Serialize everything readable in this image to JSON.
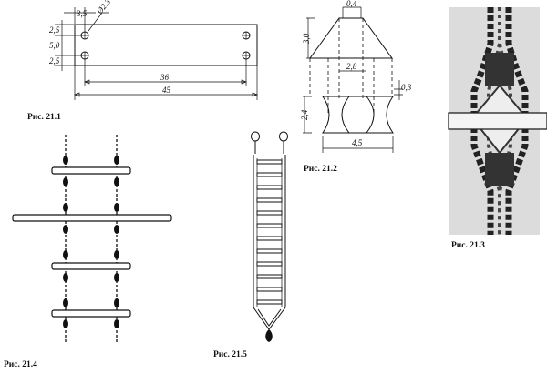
{
  "figures": {
    "fig1": {
      "caption": "Рис. 21.1",
      "dims": {
        "d1": "3,5",
        "d2": "Ø2,3",
        "d3": "2,5",
        "d4": "5,0",
        "d5": "2,5",
        "d6": "36",
        "d7": "45"
      }
    },
    "fig2": {
      "caption": "Рис. 21.2",
      "dims": {
        "top": "0,4",
        "left": "3,0",
        "mid": "2,8",
        "low": "2,4",
        "right": "0,3",
        "bottom": "4,5"
      }
    },
    "fig3": {
      "caption": "Рис. 21.3"
    },
    "fig4": {
      "caption": "Рис. 21.4"
    },
    "fig5": {
      "caption": "Рис. 21.5"
    }
  }
}
